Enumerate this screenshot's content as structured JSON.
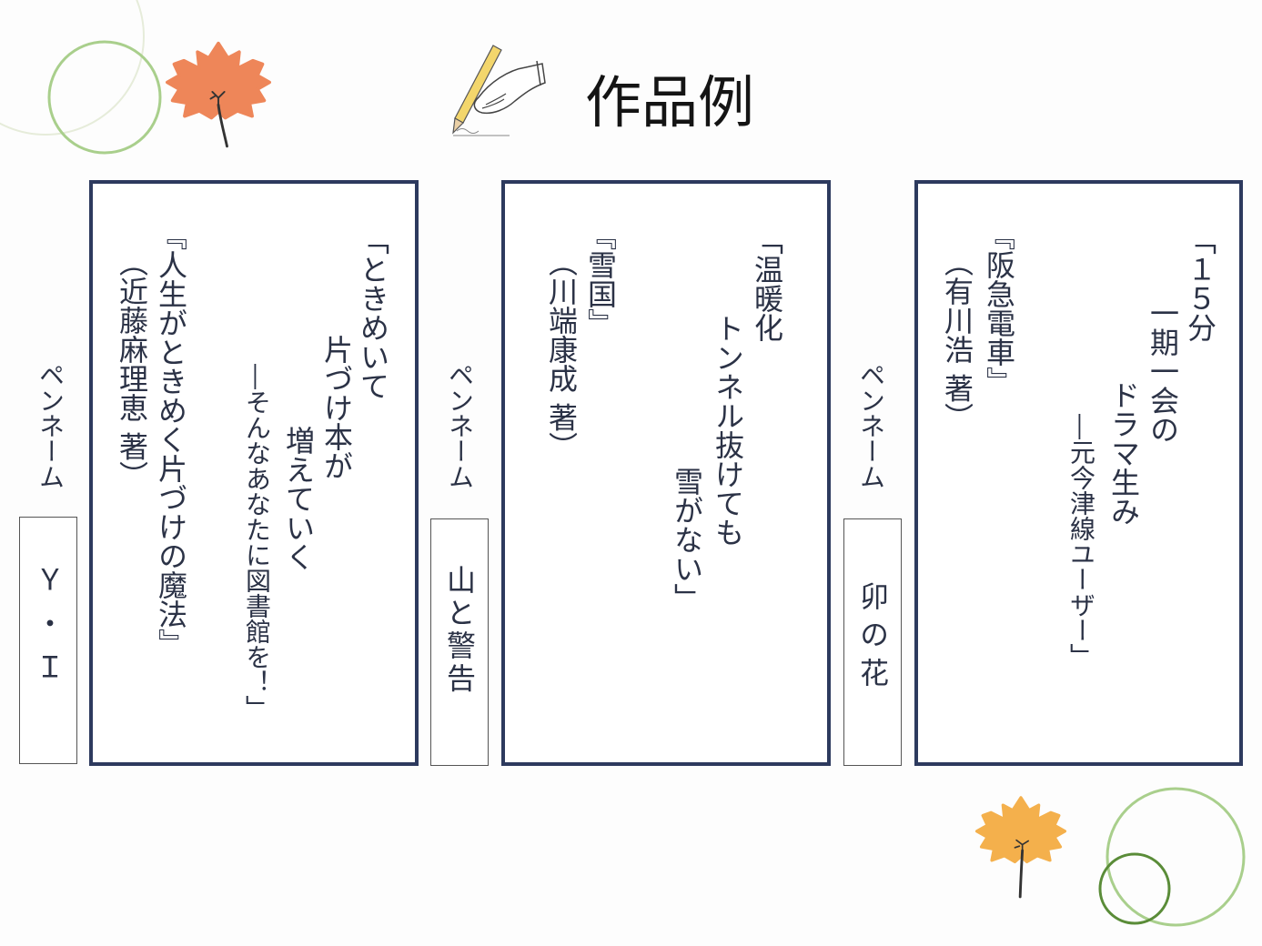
{
  "title": "作品例",
  "icons": {
    "title": "pen-hand-icon",
    "leaf_top_left": "maple-leaf-icon",
    "leaf_bottom_right": "maple-leaf-icon"
  },
  "colors": {
    "background": "#fdfdfd",
    "text": "#2b3246",
    "card_border": "#2d3a5e",
    "pen_box_border": "#555555",
    "leaf_orange": "#ee8659",
    "leaf_yellow": "#f4b04c",
    "circle_light_green": "#a9cf8c",
    "circle_dark_green": "#5a8c38",
    "circle_faint": "#e6ecda"
  },
  "works": [
    {
      "pen_name_label": "ペンネーム",
      "pen_name": "Ｙ・Ｉ",
      "lines": [
        "「ときめいて",
        "片づけ本が",
        "増えていく",
        "―そんなあなたに図書館を！」"
      ],
      "book": "『人生がときめく片づけの魔法』",
      "author": "（近藤麻理恵 著）"
    },
    {
      "pen_name_label": "ペンネーム",
      "pen_name": "山と警告",
      "lines": [
        "「温暖化",
        "トンネル抜けても",
        "雪がない」"
      ],
      "book": "『雪国』",
      "author": "（川端康成 著）"
    },
    {
      "pen_name_label": "ペンネーム",
      "pen_name": "卯の花",
      "lines": [
        "「１５分",
        "一期一会の",
        "ドラマ生み",
        "―元今津線ユーザー」"
      ],
      "book": "『阪急電車』",
      "author": "（有川浩 著）"
    }
  ]
}
